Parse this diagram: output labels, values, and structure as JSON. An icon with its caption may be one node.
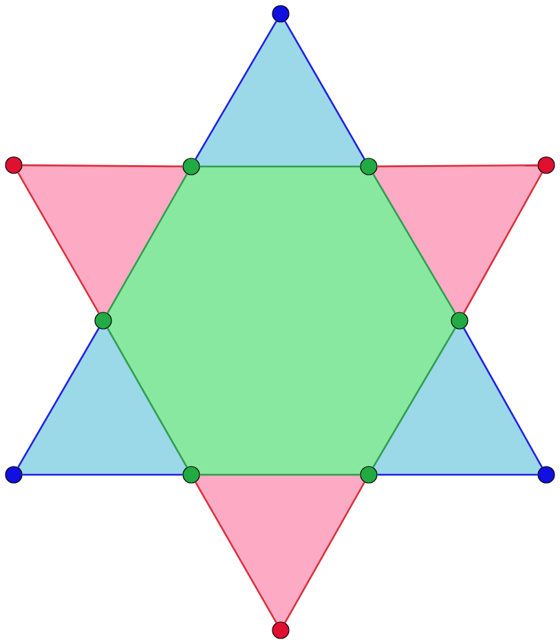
{
  "diagram": {
    "nodes": [
      {
        "text": [],
        "shape": "circle"
      },
      {
        "text": [],
        "shape": "circle"
      },
      {
        "text": [],
        "shape": "circle"
      },
      {
        "text": [],
        "shape": "circle"
      },
      {
        "text": [],
        "shape": "circle"
      },
      {
        "text": [],
        "shape": "circle"
      },
      {
        "text": [],
        "shape": "circle"
      },
      {
        "text": [],
        "shape": "circle"
      },
      {
        "text": [],
        "shape": "circle"
      },
      {
        "text": [],
        "shape": "circle"
      },
      {
        "text": [],
        "shape": "circle"
      },
      {
        "text": [],
        "shape": "circle"
      }
    ],
    "edges": [
      {
        "from": 0,
        "to": 2,
        "arrow": "none",
        "color": "#1f1fe6"
      },
      {
        "from": 0,
        "to": 3,
        "arrow": "none",
        "color": "#1f1fe6"
      },
      {
        "from": 5,
        "to": 7,
        "arrow": "none",
        "color": "#1f1fe6"
      },
      {
        "from": 7,
        "to": 8,
        "arrow": "none",
        "color": "#1f1fe6"
      },
      {
        "from": 6,
        "to": 10,
        "arrow": "none",
        "color": "#1f1fe6"
      },
      {
        "from": 9,
        "to": 10,
        "arrow": "none",
        "color": "#1f1fe6"
      },
      {
        "from": 1,
        "to": 2,
        "arrow": "none",
        "color": "#d9313e"
      },
      {
        "from": 1,
        "to": 5,
        "arrow": "none",
        "color": "#d9313e"
      },
      {
        "from": 3,
        "to": 4,
        "arrow": "none",
        "color": "#d9313e"
      },
      {
        "from": 4,
        "to": 6,
        "arrow": "none",
        "color": "#d9313e"
      },
      {
        "from": 8,
        "to": 11,
        "arrow": "none",
        "color": "#d9313e"
      },
      {
        "from": 9,
        "to": 11,
        "arrow": "none",
        "color": "#d9313e"
      },
      {
        "from": 2,
        "to": 3,
        "arrow": "none",
        "color": "#2e9e4e"
      },
      {
        "from": 3,
        "to": 6,
        "arrow": "none",
        "color": "#2e9e4e"
      },
      {
        "from": 6,
        "to": 9,
        "arrow": "none",
        "color": "#2e9e4e"
      },
      {
        "from": 8,
        "to": 9,
        "arrow": "none",
        "color": "#2e9e4e"
      },
      {
        "from": 5,
        "to": 8,
        "arrow": "none",
        "color": "#2e9e4e"
      },
      {
        "from": 2,
        "to": 5,
        "arrow": "none",
        "color": "#2e9e4e"
      }
    ]
  }
}
